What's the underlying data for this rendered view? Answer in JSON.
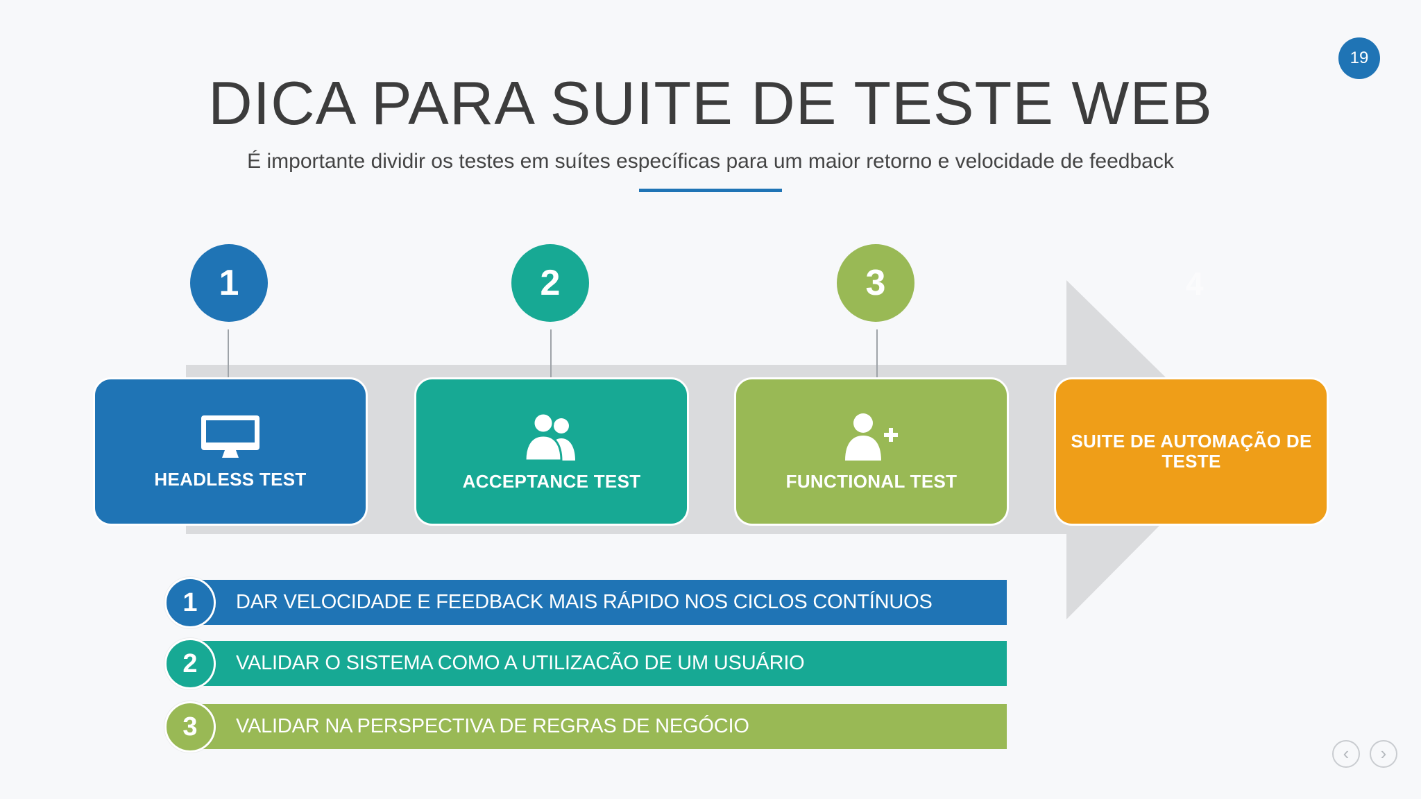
{
  "slide": {
    "page_number": "19",
    "title": "DICA PARA SUITE DE TESTE WEB",
    "subtitle": "É importante  dividir os testes em suítes específicas para  um maior retorno e velocidade de feedback"
  },
  "steps": [
    {
      "number": "1",
      "label": "HEADLESS TEST",
      "icon": "monitor-icon",
      "color": "#1f74b5"
    },
    {
      "number": "2",
      "label": "ACCEPTANCE  TEST",
      "icon": "users-icon",
      "color": "#17a994"
    },
    {
      "number": "3",
      "label": "FUNCTIONAL  TEST",
      "icon": "add-user-icon",
      "color": "#99b955"
    },
    {
      "number": "4",
      "label": "SUITE DE AUTOMAÇÃO  DE TESTE",
      "icon": "",
      "color": "#ef9e18"
    }
  ],
  "bullets": [
    {
      "number": "1",
      "text": "DAR VELOCIDADE E FEEDBACK MAIS RÁPIDO NOS CICLOS CONTÍNUOS",
      "color": "#1f74b5"
    },
    {
      "number": "2",
      "text": "VALIDAR O SISTEMA  COMO A UTILIZACÃO DE UM USUÁRIO",
      "color": "#17a994"
    },
    {
      "number": "3",
      "text": "VALIDAR NA PERSPECTIVA DE REGRAS DE NEGÓCIO",
      "color": "#99b955"
    }
  ],
  "colors": {
    "arrow": "#d9dadc",
    "accent": "#1f74b5"
  },
  "nav": {
    "prev_icon": "chevron-left-icon",
    "next_icon": "chevron-right-icon"
  }
}
